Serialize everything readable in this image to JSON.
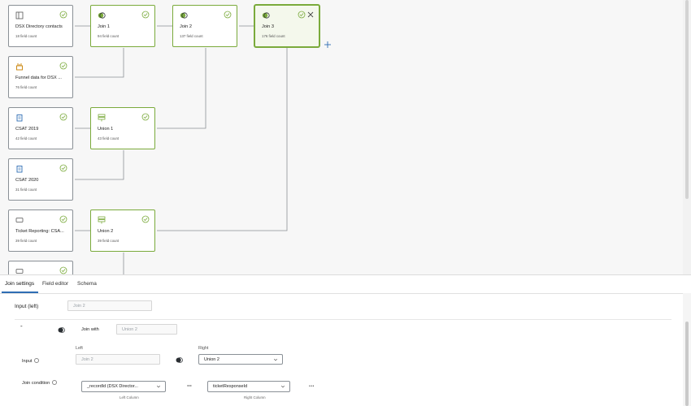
{
  "canvas": {
    "nodes": [
      {
        "id": "dsx",
        "icon": "table-icon",
        "title": "DSX Directory contacts",
        "count": "18 field count"
      },
      {
        "id": "join1",
        "icon": "join-icon",
        "title": "Join 1",
        "count": "94 field count"
      },
      {
        "id": "join2",
        "icon": "join-icon",
        "title": "Join 2",
        "count": "137 field count"
      },
      {
        "id": "join3",
        "icon": "join-icon",
        "title": "Join 3",
        "count": "176 field count"
      },
      {
        "id": "funnel",
        "icon": "funnel-data-icon",
        "title": "Funnel data for DSX ...",
        "count": "76 field count"
      },
      {
        "id": "csat2019",
        "icon": "clipboard-icon",
        "title": "CSAT 2019",
        "count": "42 field count"
      },
      {
        "id": "union1",
        "icon": "union-icon",
        "title": "Union 1",
        "count": "43 field count"
      },
      {
        "id": "csat2020",
        "icon": "clipboard-icon",
        "title": "CSAT 2020",
        "count": "31 field count"
      },
      {
        "id": "ticket",
        "icon": "ticket-icon",
        "title": "Ticket Reporting: CSA...",
        "count": "39 field count"
      },
      {
        "id": "union2",
        "icon": "union-icon",
        "title": "Union 2",
        "count": "39 field count"
      },
      {
        "id": "partial",
        "icon": "ticket-icon",
        "title": "",
        "count": ""
      }
    ]
  },
  "panel": {
    "tabs": [
      "Join settings",
      "Field editor",
      "Schema"
    ],
    "input_left_label": "Input (left)",
    "input_left_value": "Join 2",
    "collapse_marker": "-",
    "join_with_label": "Join with",
    "join_with_value": "Union 2",
    "left_header": "Left",
    "right_header": "Right",
    "input_label": "Input",
    "input_left_field": "Join 2",
    "input_right_select": "Union 2",
    "join_condition_label": "Join condition",
    "left_column_select": "_recordId (DSX Director...",
    "equals": "==",
    "right_column_select": "ticketResponseId",
    "more": "•••",
    "left_column_caption": "Left Column",
    "right_column_caption": "Right Column"
  },
  "colors": {
    "accent": "#7aaa3b",
    "link": "#2e6db4",
    "border": "#8a9096"
  }
}
